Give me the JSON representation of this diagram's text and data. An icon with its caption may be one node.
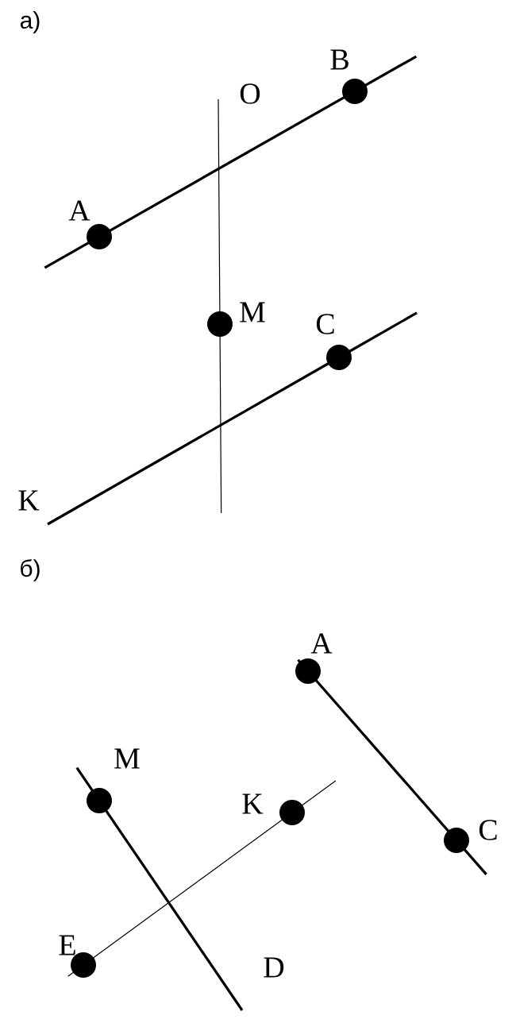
{
  "diagram": {
    "nodes": [
      {
        "text": [
          "A"
        ]
      },
      {
        "text": [
          "B"
        ]
      },
      {
        "text": [
          "O"
        ]
      },
      {
        "text": [
          "M"
        ]
      },
      {
        "text": [
          "C"
        ]
      },
      {
        "text": [
          "K"
        ]
      },
      {
        "text": [
          "A"
        ]
      },
      {
        "text": [
          "C"
        ]
      },
      {
        "text": [
          "M"
        ]
      },
      {
        "text": [
          "K"
        ]
      },
      {
        "text": [
          "E"
        ]
      },
      {
        "text": [
          "D"
        ]
      }
    ],
    "edges": [
      {
        "from": 0,
        "to": 1,
        "arrow": "none"
      },
      {
        "from": 2,
        "to": 3,
        "arrow": "none"
      },
      {
        "from": 5,
        "to": 4,
        "arrow": "none"
      },
      {
        "from": 6,
        "to": 7,
        "arrow": "none"
      },
      {
        "from": 8,
        "to": 11,
        "arrow": "none"
      },
      {
        "from": 10,
        "to": 9,
        "arrow": "none"
      }
    ],
    "labels": [
      "а)",
      "б)"
    ]
  }
}
